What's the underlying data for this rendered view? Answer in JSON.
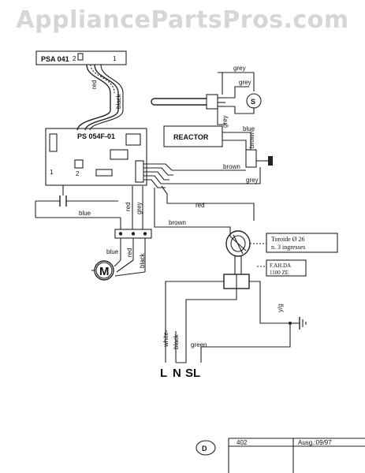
{
  "watermark": "AppliancePartsPros.com",
  "components": {
    "psa": "PSA 041",
    "psa_pin_left": "2",
    "psa_pin_right": "1",
    "board": "PS 054F-01",
    "board_pin_left": "1",
    "board_pin_right": "2",
    "reactor": "REACTOR",
    "starter": "S",
    "motor": "M",
    "toroid_line1": "Toroide Ø 26",
    "toroid_line2": "n. 3 ingresses",
    "filter_line1": "F.AH.DA",
    "filter_line2": "1100 ZE"
  },
  "wires": {
    "red": "red",
    "black": "black",
    "grey": "grey",
    "blue": "blue",
    "brown": "brown",
    "white": "white",
    "green": "green",
    "yg": "y/g"
  },
  "terminals": {
    "l": "L",
    "n": "N",
    "sl": "SL"
  },
  "footer": {
    "circle_label": "D",
    "cell1": "402",
    "cell2": "Ausg.:09/97"
  }
}
